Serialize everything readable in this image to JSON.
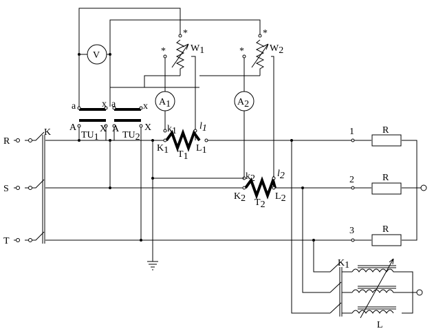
{
  "phases": {
    "r": "R",
    "s": "S",
    "t": "T"
  },
  "switch_main": "K",
  "voltmeter": "V",
  "wattmeter1": {
    "base": "W",
    "sub": "1",
    "star": "*"
  },
  "wattmeter2": {
    "base": "W",
    "sub": "2",
    "star": "*"
  },
  "ammeter1": {
    "base": "A",
    "sub": "1"
  },
  "ammeter2": {
    "base": "A",
    "sub": "2"
  },
  "tu1": {
    "a": "a",
    "x": "x",
    "A": "A",
    "X": "X",
    "base": "TU",
    "sub": "1"
  },
  "tu2": {
    "a": "a",
    "x": "x",
    "A": "A",
    "X": "X",
    "base": "TU",
    "sub": "2"
  },
  "t1": {
    "k": "k",
    "k_sub": "1",
    "l": "l",
    "l_sub": "1",
    "K": "K",
    "K_sub": "1",
    "L": "L",
    "L_sub": "1",
    "T": "T",
    "T_sub": "1"
  },
  "t2": {
    "k": "k",
    "k_sub": "2",
    "l": "l",
    "l_sub": "2",
    "K": "K",
    "K_sub": "2",
    "L": "L",
    "L_sub": "2",
    "T": "T",
    "T_sub": "2"
  },
  "load_lines": {
    "n1": "1",
    "n2": "2",
    "n3": "3"
  },
  "resistor_label": "R",
  "switch_k1": {
    "base": "K",
    "sub": "1"
  },
  "inductor_label": "L"
}
